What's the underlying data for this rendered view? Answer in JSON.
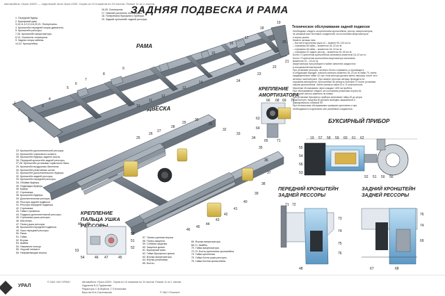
{
  "header_line": "Автомобиль «Урал-4320» — седельный тягач Урал-4320. Серия из 10 плакатов по 24 листов. Плакат 11 из 1 листов.",
  "title": "ЗАДНЯЯ ПОДВЕСКА И РАМА",
  "sections": {
    "frame": "РАМА",
    "shock_mount": "КРЕПЛЕНИЕ АМОРТИЗАТОРА",
    "suspension": "ПОДВЕСКА",
    "towing": "БУКСИРНЫЙ ПРИБОР",
    "spring_pin": "КРЕПЛЕНИЕ ПАЛЬЦА УШКА РЕССОРЫ",
    "front_bracket": "ПЕРЕДНИЙ КРОНШТЕЙН ЗАДНЕЙ РЕССОРЫ",
    "rear_bracket": "ЗАДНИЙ КРОНШТЕЙН ЗАДНЕЙ РЕССОРЫ"
  },
  "legend_top_left": [
    "1. Передний буфер.",
    "2. Буксирный крюк.",
    "3,10,11,12,13,16,20,21. Поперечины.",
    "4. Кронштейн передней опоры двигателя.",
    "5. Кронштейн рессоры.",
    "7,26. Кронштейн амортизатора.",
    "8,13. Усилитель лонжерона.",
    "9. Задняя опора кабины.",
    "14,22. Кронштейны."
  ],
  "legend_top_mid": [
    "16,26. Лонжероны.",
    "17. Нижний усилитель платформы.",
    "18. Поперечина буксирного прибора.",
    "19. Задний кронштейн задней рессоры."
  ],
  "legend_left": [
    "23. Кронштейн дополнительной рессоры.",
    "24. Кронштейн тормозного шланга.",
    "25. Кронштейн буфера заднего моста.",
    "26. Передний кронштейн задней рессоры.",
    "27,28. Кронштейн установки тормозного бака.",
    "29. Кронштейн воздушных баллонов.",
    "30. Кронштейн реактивных штанг.",
    "31. Кронштейн дополнительного буфера.",
    "32. Кронштейн задней рессоры.",
    "33. Кронштейн передней рессоры.",
    "34. Обойма буфера.",
    "35. Подкладка буфера.",
    "36. Буфер.",
    "37. Стремянка.",
    "38. Кронштейн буфера.",
    "39. Дополнительная рессора.",
    "40. Рессора задней подвески.",
    "41. Рессора передней подвески.",
    "42. Стремянка.",
    "43. Гайка стремянки.",
    "44. Подушка дополнительной рессоры.",
    "45. Стремянка ушка рессоры.",
    "46. Масленка.",
    "47. Палец ушка рессоры.",
    "48. Кронштейн передней подвески.",
    "49. Ушко передней рессоры.",
    "50. Рама.",
    "51. Гайка.",
    "52. Втулка.",
    "53. Шайба.",
    "54. Нажимное кольцо.",
    "55. Упругий элемент.",
    "56. Направляющая втулка."
  ],
  "legend_bottom_mid1": [
    "57. Тягово-сцепная втулка.",
    "58. Палец защелки.",
    "59. Собачка защелки.",
    "60. Защелка крюка.",
    "61. Буксирный крюк.",
    "62. Гайка буксирного крюка.",
    "63. Втулка амортизатора.",
    "64. Втулка резиновая.",
    "65. Болты."
  ],
  "legend_bottom_mid2": [
    "66. Втулка амортизатора.",
    "68,71. Шайбы.",
    "70. Гайка амортизатора.",
    "72,73. Болты крепления кронштейна.",
    "74. Гайка крепления.",
    "75. Гайка болта ушка рессоры.",
    "76. Гайка болтов кронштейна."
  ],
  "tech": {
    "title": "Техническое обслуживание задней подвески",
    "lines": [
      "Необходимо следить за креплением кронштейнов, рессор, амортизаторов,",
      "за затяжкой всех болтовых соединений, за состоянием амортизаторов",
      "и втулок ушков.",
      "  Момент затяжки гаек:",
      "  – болтов М крепления ушка 10 – момент 90–120 кгс·м.",
      "  – стремянки 48 гайки – моментом 18–22 кгс·м.",
      "  – стремянок 48 гайки – моментом 18–22 кгс·м.",
      "  – стремянки 42 задних рессор – моментом 40–50 кгс·м;",
      "  Болты 72 крепления кронштейнов затягивать моментом 16–22 кгс·м;",
      "  Болты 73 крепления кронштейна амортизатора затягивать",
      "моментом 12 – 16 кгс·м.",
      "Амортизаторы при разборке и мойке заполнять жидкостью",
      "в специальной мастерской.",
      "  При установке рессоры, затянуть болты стремянок, и производить",
      "в следующем порядке: сначала затянуть моменты 18–22 кгс·м гайки 75, затем",
      "предварительно гайки 43, при этом рессора должна иметь нагрузку, после чего",
      "затянуть окончательно. При замене рессоры затяжку проводить на",
      "порожнем автомобиле. Кронштейны 48 затянуть болтами 72 после установки",
      "нижних кронштейнов. Затем затянуть гайки 43 и 74 окончательно.",
      "  Масленки 46 смазывать через каждые 1000 км пробега.",
      "  При обслуживании следить за состоянием резиновых втулок 64,",
      "а в случае износа заменить на новые.",
      "  При установке буксирного прибора затягивают гайку 62 до упора",
      "и шплинтуют. Защелка 60 должна свободно закрываться и",
      "фиксироваться собачкой 59.",
      "  При техническом обслуживании проверять крепление и при",
      "необходимости подтягивать все резьбовые соединения."
    ]
  },
  "footer": {
    "brand": "УРАЛ",
    "org": "© ОАО «АЗ «УРАЛ»",
    "line1": "Автомобиль «Урал-4320». Серия из 10 плакатов по 24 листов. Плакат 11 из 1 листов.",
    "line2": "Художник В.А.Труфанова",
    "line3": "Редакторы С.В.Жуйков, Т.Л.Копылова",
    "line4": "Верстка В.А.Соколовская",
    "line5": "© ЗАО «Техэлит»"
  },
  "callouts_frame": [
    "1",
    "2",
    "3",
    "4",
    "5",
    "6",
    "7",
    "8",
    "9",
    "10",
    "11",
    "12",
    "13",
    "14",
    "15",
    "16",
    "17",
    "18",
    "19",
    "20",
    "21",
    "22",
    "23",
    "24"
  ],
  "callouts_suspension": [
    "25",
    "26",
    "27",
    "28",
    "29",
    "30",
    "31",
    "32",
    "33",
    "34",
    "35",
    "36",
    "37",
    "38",
    "39",
    "40",
    "41",
    "42",
    "43",
    "44",
    "45",
    "46"
  ],
  "callouts_shock": [
    "66",
    "68",
    "69",
    "70",
    "63",
    "64",
    "65",
    "71"
  ],
  "callouts_towing": [
    "19",
    "57",
    "58",
    "59",
    "60",
    "61",
    "62",
    "55",
    "54",
    "56",
    "53",
    "52",
    "51",
    "50",
    "56"
  ],
  "callouts_spring_pin": [
    "48",
    "49",
    "50",
    "51",
    "52",
    "53",
    "54",
    "46",
    "47",
    "45"
  ],
  "callouts_front": [
    "71",
    "72",
    "73",
    "74",
    "75",
    "76",
    "48"
  ],
  "callouts_rear": [
    "76",
    "74",
    "69",
    "67",
    "68"
  ],
  "colors": {
    "frame_gray": "#9aa3ad",
    "frame_dark": "#5c6670",
    "highlight_yellow": "#e3c75a",
    "highlight_blue": "#7fb3d9",
    "rubber_black": "#222222"
  }
}
